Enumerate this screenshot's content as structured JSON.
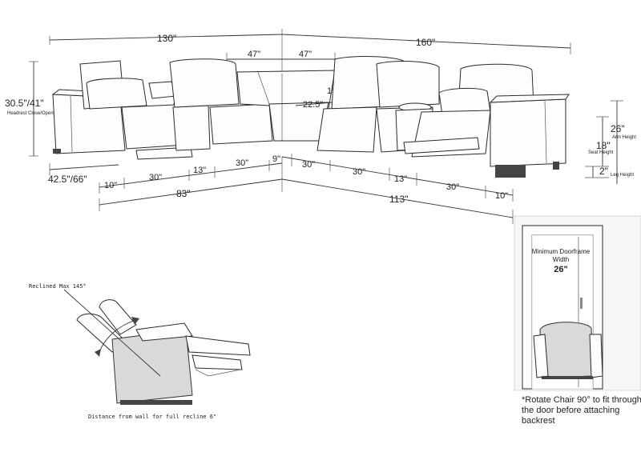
{
  "dimensions": {
    "total_left": "130\"",
    "total_right": "160\"",
    "corner_left": "47\"",
    "corner_right": "47\"",
    "corner_depth": "15\"",
    "corner_seat": "22.5\"",
    "headrest_height": "30.5\"/41\"",
    "headrest_caption": "Headrest Close/Open",
    "arm_height": "26\"",
    "arm_caption": "Arm Height",
    "seat_height": "18\"",
    "seat_caption": "Seat Height",
    "leg_height": "2\"",
    "leg_caption": "Leg Height",
    "depth": "42.5\"/66\"",
    "left_segments": [
      "10\"",
      "30\"",
      "13\"",
      "30\""
    ],
    "center_gap": "9\"",
    "right_segments": [
      "30\"",
      "30\"",
      "13\"",
      "30\"",
      "10\""
    ],
    "left_subtotal": "83\"",
    "right_subtotal": "113\""
  },
  "recline": {
    "max_label": "Reclined Max 145°",
    "wall_distance": "Distance from wall for full recline 6\""
  },
  "doorframe": {
    "title": "Minimum Doorframe Width",
    "width": "26\"",
    "caption": "*Rotate Chair 90° to fit through the door before attaching backrest"
  }
}
